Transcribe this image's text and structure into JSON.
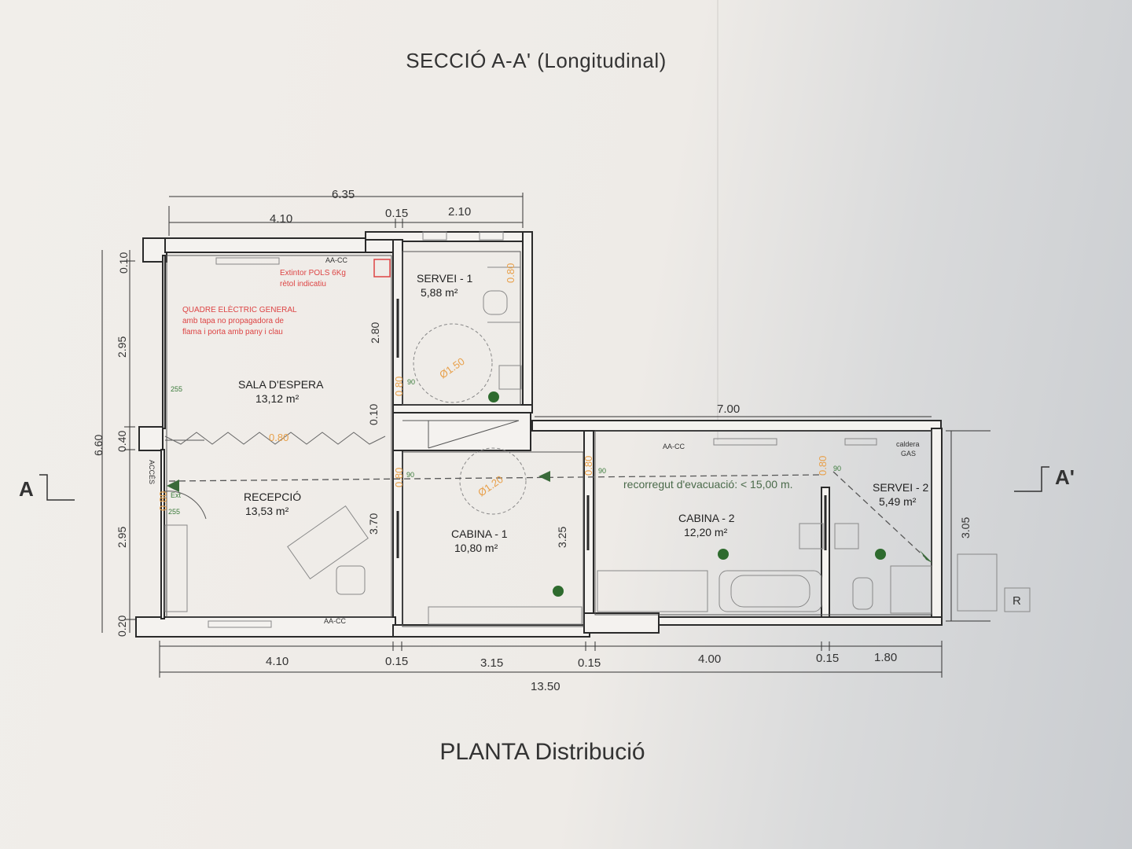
{
  "titles": {
    "section": "SECCIÓ A-A' (Longitudinal)",
    "plan": "PLANTA Distribució"
  },
  "dimensions": {
    "top_total": "6.35",
    "top_left": "4.10",
    "top_wall": "0.15",
    "top_right": "2.10",
    "left_total": "6.60",
    "left_a": "0.10",
    "left_b": "2.95",
    "left_c": "0.40",
    "left_d": "2.95",
    "left_e": "0.20",
    "bottom_1": "4.10",
    "bottom_2": "0.15",
    "bottom_3": "3.15",
    "bottom_4": "0.15",
    "bottom_5": "4.00",
    "bottom_6": "0.15",
    "bottom_7": "1.80",
    "bottom_total": "13.50",
    "right_top": "7.00",
    "right_height": "3.05",
    "inner_280": "2.80",
    "inner_010": "0.10",
    "inner_370": "3.70",
    "inner_325": "3.25"
  },
  "rooms": {
    "servei1": {
      "name": "SERVEI - 1",
      "area": "5,88 m²"
    },
    "sala": {
      "name": "SALA D'ESPERA",
      "area": "13,12 m²"
    },
    "recepcio": {
      "name": "RECEPCIÓ",
      "area": "13,53 m²"
    },
    "cabina1": {
      "name": "CABINA - 1",
      "area": "10,80 m²"
    },
    "cabina2": {
      "name": "CABINA - 2",
      "area": "12,20 m²"
    },
    "servei2": {
      "name": "SERVEI - 2",
      "area": "5,49 m²"
    }
  },
  "annotations": {
    "extintor_1": "Extintor POLS 6Kg",
    "extintor_2": "rètol indicatiu",
    "quadre_1": "QUADRE ELÈCTRIC GENERAL",
    "quadre_2": "amb tapa no propagadora de",
    "quadre_3": "flama i porta amb pany i clau",
    "acces": "ACCÉS",
    "evacuacio": "recorregut d'evacuació: < 15,00 m.",
    "caldera_1": "caldera",
    "caldera_2": "GAS",
    "aacc": "AA-CC",
    "diam_150": "Ø1.50",
    "diam_120": "Ø1.20",
    "door_080": "0.80",
    "lum_90": "90",
    "lum_255": "255",
    "lum_ext": "Ext",
    "section_a": "A",
    "section_a2": "A'",
    "reg": "R"
  },
  "colors": {
    "wall": "#2a2a2a",
    "annotation_red": "#d44444",
    "door_orange": "#e8a04a",
    "symbol_green": "#3a7a3a"
  }
}
